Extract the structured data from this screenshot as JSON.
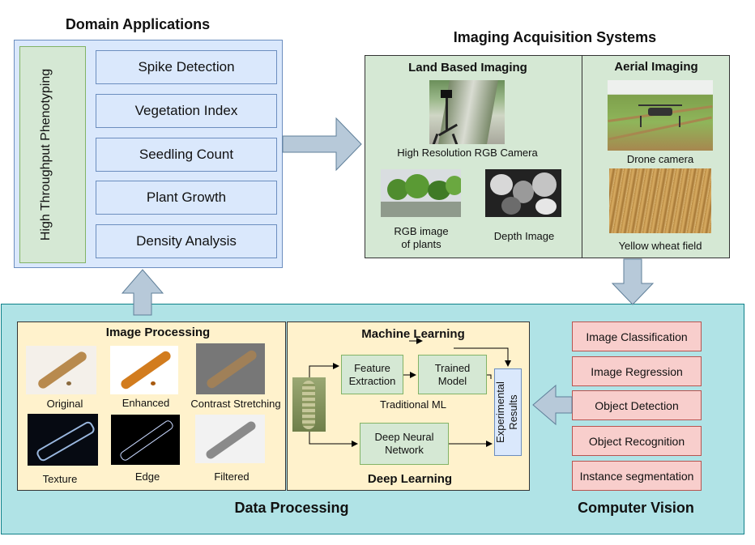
{
  "domain_applications": {
    "title": "Domain Applications",
    "side_label": "High Throughput Phenotyping",
    "items": [
      "Spike Detection",
      "Vegetation Index",
      "Seedling Count",
      "Plant Growth",
      "Density Analysis"
    ]
  },
  "imaging": {
    "title": "Imaging Acquisition Systems",
    "land": {
      "title": "Land Based Imaging",
      "rgb_camera": "High Resolution RGB Camera",
      "rgb_plants_1": "RGB image",
      "rgb_plants_2": "of plants",
      "depth": "Depth Image"
    },
    "aerial": {
      "title": "Aerial Imaging",
      "drone": "Drone camera",
      "wheat": "Yellow wheat field"
    }
  },
  "data_processing": {
    "title": "Data Processing",
    "image_processing": {
      "title": "Image Processing",
      "labels": [
        "Original",
        "Enhanced",
        "Contrast Stretching",
        "Texture",
        "Edge",
        "Filtered"
      ]
    },
    "ml": {
      "title": "Machine Learning",
      "feature_extraction_1": "Feature",
      "feature_extraction_2": "Extraction",
      "trained_model_1": "Trained",
      "trained_model_2": "Model",
      "traditional_ml": "Traditional ML",
      "dnn_1": "Deep Neural",
      "dnn_2": "Network",
      "results_1": "Experimental",
      "results_2": "Results",
      "deep_learning": "Deep Learning"
    }
  },
  "computer_vision": {
    "title": "Computer Vision",
    "items": [
      "Image Classification",
      "Image Regression",
      "Object Detection",
      "Object Recognition",
      "Instance segmentation"
    ]
  },
  "colors": {
    "blue_fill": "#dae8fc",
    "blue_stroke": "#6c8ebf",
    "green_fill": "#d5e8d4",
    "green_stroke": "#82b366",
    "teal_fill": "#b0e3e6",
    "teal_stroke": "#0e8088",
    "yellow_fill": "#fff2cc",
    "red_fill": "#f8cecc",
    "arrow_fill": "#b7c9d9",
    "arrow_stroke": "#5f7f99"
  }
}
